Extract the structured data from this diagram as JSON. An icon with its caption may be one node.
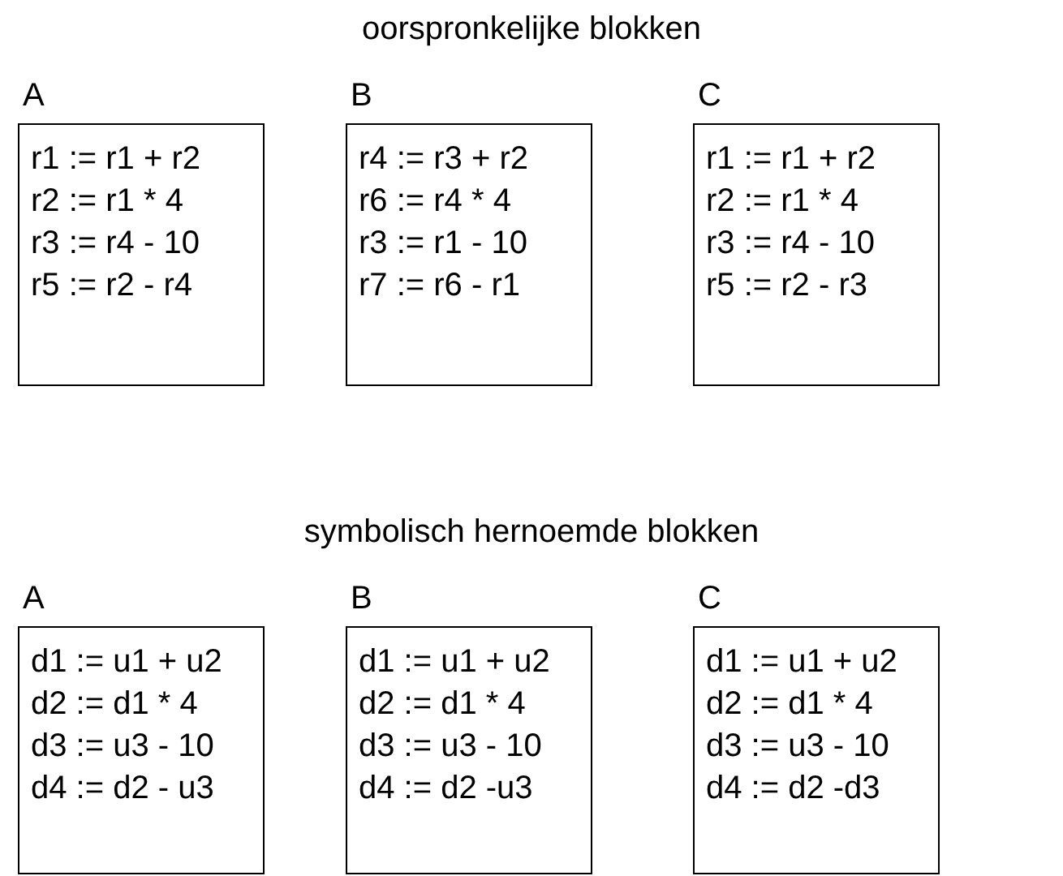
{
  "diagram": {
    "nodes": [
      {
        "text": [
          "A",
          "r1 := r1 + r2",
          "r2 := r1 * 4",
          "r3 := r4 - 10",
          "r5 := r2 - r4"
        ]
      },
      {
        "text": [
          "B",
          "r4 := r3 + r2",
          "r6 := r4 * 4",
          "r3 := r1 - 10",
          "r7 := r6 - r1"
        ]
      },
      {
        "text": [
          "C",
          "r1 := r1 + r2",
          "r2 := r1 * 4",
          "r3 := r4 - 10",
          "r5 := r2 - r3"
        ]
      },
      {
        "text": [
          "A",
          "d1 := u1 + u2",
          "d2 := d1 * 4",
          "d3 := u3 - 10",
          "d4 := d2 - u3"
        ]
      },
      {
        "text": [
          "B",
          "d1 := u1 + u2",
          "d2 := d1 * 4",
          "d3 := u3 - 10",
          "d4 := d2 -u3"
        ]
      },
      {
        "text": [
          "C",
          "d1 := u1 + u2",
          "d2 := d1 * 4",
          "d3 := u3 - 10",
          "d4 := d2 -d3"
        ]
      }
    ],
    "labels": [
      "oorspronkelijke blokken",
      "symbolisch hernoemde blokken"
    ]
  }
}
